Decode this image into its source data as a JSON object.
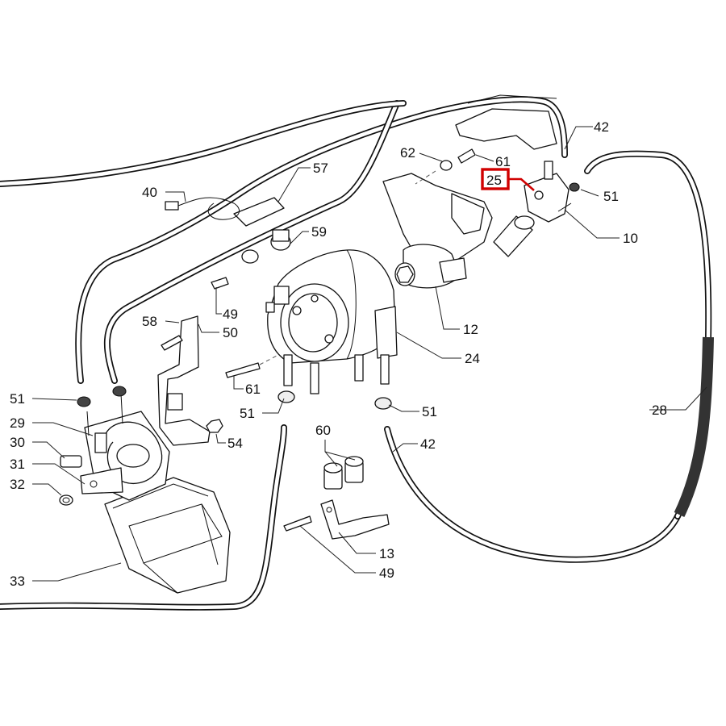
{
  "callouts": [
    {
      "id": "c42a",
      "text": "42"
    },
    {
      "id": "c62",
      "text": "62"
    },
    {
      "id": "c61a",
      "text": "61"
    },
    {
      "id": "c25",
      "text": "25",
      "highlighted": true
    },
    {
      "id": "c51a",
      "text": "51"
    },
    {
      "id": "c10",
      "text": "10"
    },
    {
      "id": "c57",
      "text": "57"
    },
    {
      "id": "c40",
      "text": "40"
    },
    {
      "id": "c59",
      "text": "59"
    },
    {
      "id": "c49a",
      "text": "49"
    },
    {
      "id": "c58",
      "text": "58"
    },
    {
      "id": "c50",
      "text": "50"
    },
    {
      "id": "c12",
      "text": "12"
    },
    {
      "id": "c24",
      "text": "24"
    },
    {
      "id": "c61b",
      "text": "61"
    },
    {
      "id": "c51b",
      "text": "51"
    },
    {
      "id": "c51c",
      "text": "51"
    },
    {
      "id": "c51d",
      "text": "51"
    },
    {
      "id": "c29",
      "text": "29"
    },
    {
      "id": "c30",
      "text": "30"
    },
    {
      "id": "c31",
      "text": "31"
    },
    {
      "id": "c32",
      "text": "32"
    },
    {
      "id": "c54",
      "text": "54"
    },
    {
      "id": "c60",
      "text": "60"
    },
    {
      "id": "c42b",
      "text": "42"
    },
    {
      "id": "c28",
      "text": "28"
    },
    {
      "id": "c13",
      "text": "13"
    },
    {
      "id": "c49b",
      "text": "49"
    },
    {
      "id": "c33",
      "text": "33"
    }
  ],
  "colors": {
    "highlight": "#d00000",
    "ink": "#111111",
    "background": "#ffffff"
  }
}
